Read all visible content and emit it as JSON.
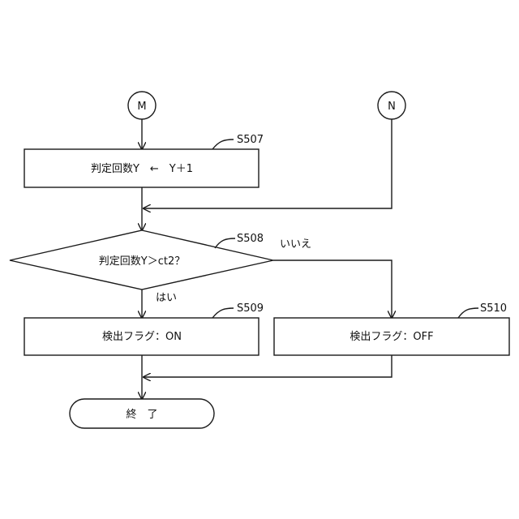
{
  "connectors": {
    "m": "M",
    "n": "N"
  },
  "steps": {
    "s507": {
      "id": "S507",
      "text": "判定回数Y　←　Y＋1"
    },
    "s508": {
      "id": "S508",
      "text": "判定回数Y＞ct2？"
    },
    "s509": {
      "id": "S509",
      "text": "検出フラグ：ON"
    },
    "s510": {
      "id": "S510",
      "text": "検出フラグ：OFF"
    },
    "end": {
      "text": "終　了"
    }
  },
  "branches": {
    "no": "いいえ",
    "yes": "はい"
  }
}
